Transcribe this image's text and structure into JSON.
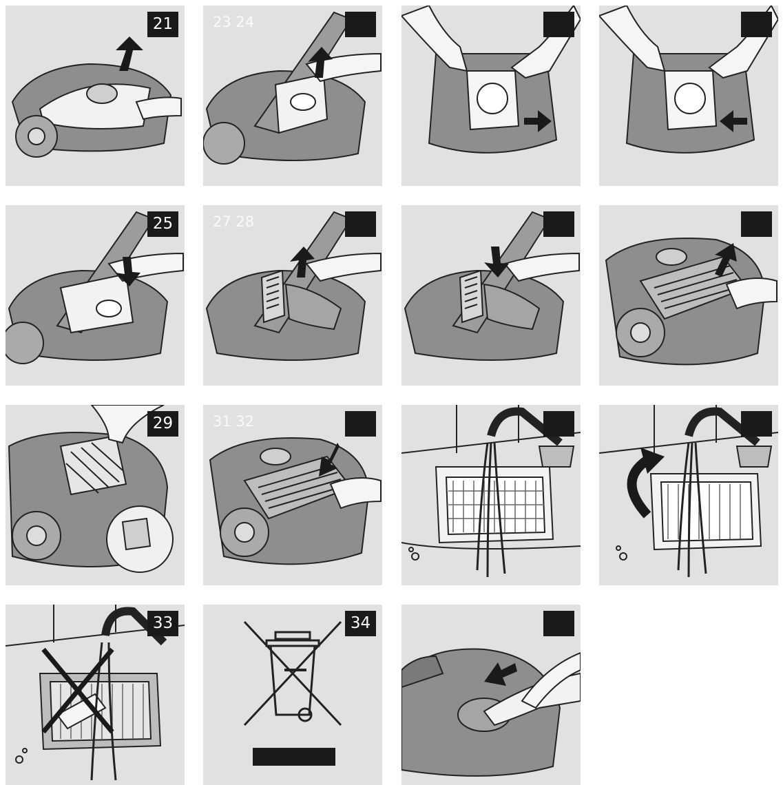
{
  "panels": [
    {
      "badge": "21",
      "ghost": ""
    },
    {
      "badge": "",
      "ghost": "23 24"
    },
    {
      "badge": "",
      "ghost": ""
    },
    {
      "badge": "",
      "ghost": ""
    },
    {
      "badge": "25",
      "ghost": ""
    },
    {
      "badge": "",
      "ghost": "27 28"
    },
    {
      "badge": "",
      "ghost": ""
    },
    {
      "badge": "",
      "ghost": ""
    },
    {
      "badge": "29",
      "ghost": ""
    },
    {
      "badge": "",
      "ghost": "31 32"
    },
    {
      "badge": "",
      "ghost": ""
    },
    {
      "badge": "",
      "ghost": ""
    },
    {
      "badge": "33",
      "ghost": ""
    },
    {
      "badge": "34",
      "ghost": ""
    },
    {
      "badge": "",
      "ghost": ""
    }
  ],
  "colors": {
    "panel_bg": "#e1e1e1",
    "line": "#222222",
    "shade": "#9a9a9a",
    "badge_bg": "#1a1a1a"
  }
}
